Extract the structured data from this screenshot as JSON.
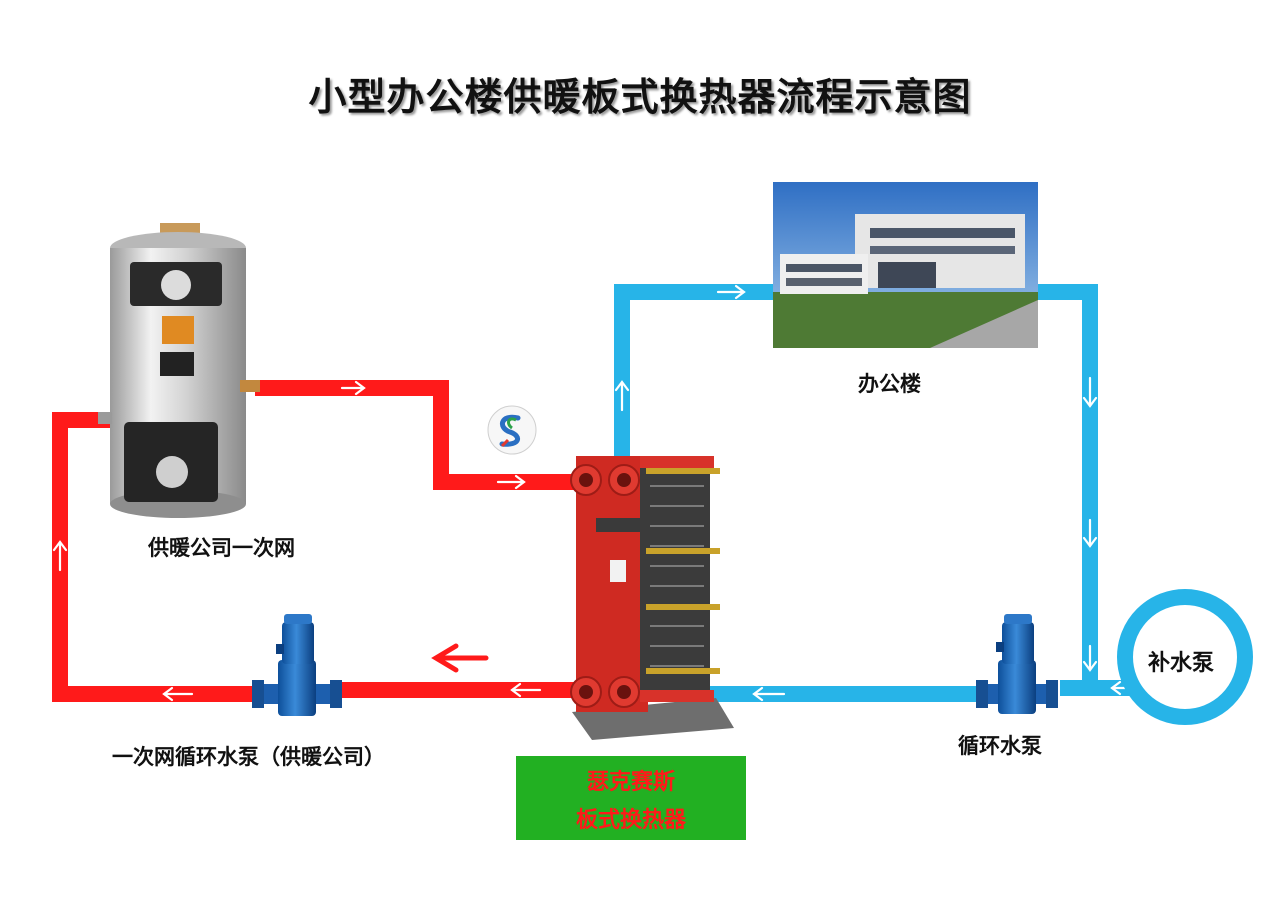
{
  "title": "小型办公楼供暖板式换热器流程示意图",
  "labels": {
    "boiler": "供暖公司一次网",
    "building": "办公楼",
    "primary_pump": "一次网循环水泵（供暖公司）",
    "circulation_pump": "循环水泵",
    "makeup_pump": "补水泵"
  },
  "exchanger_box": {
    "line1": "瑟克赛斯",
    "line2": "板式换热器"
  },
  "colors": {
    "hot_pipe": "#ff1a1a",
    "cold_pipe": "#27b4e8",
    "brand_box": "#22b022",
    "exchanger_body": "#d8322a"
  }
}
